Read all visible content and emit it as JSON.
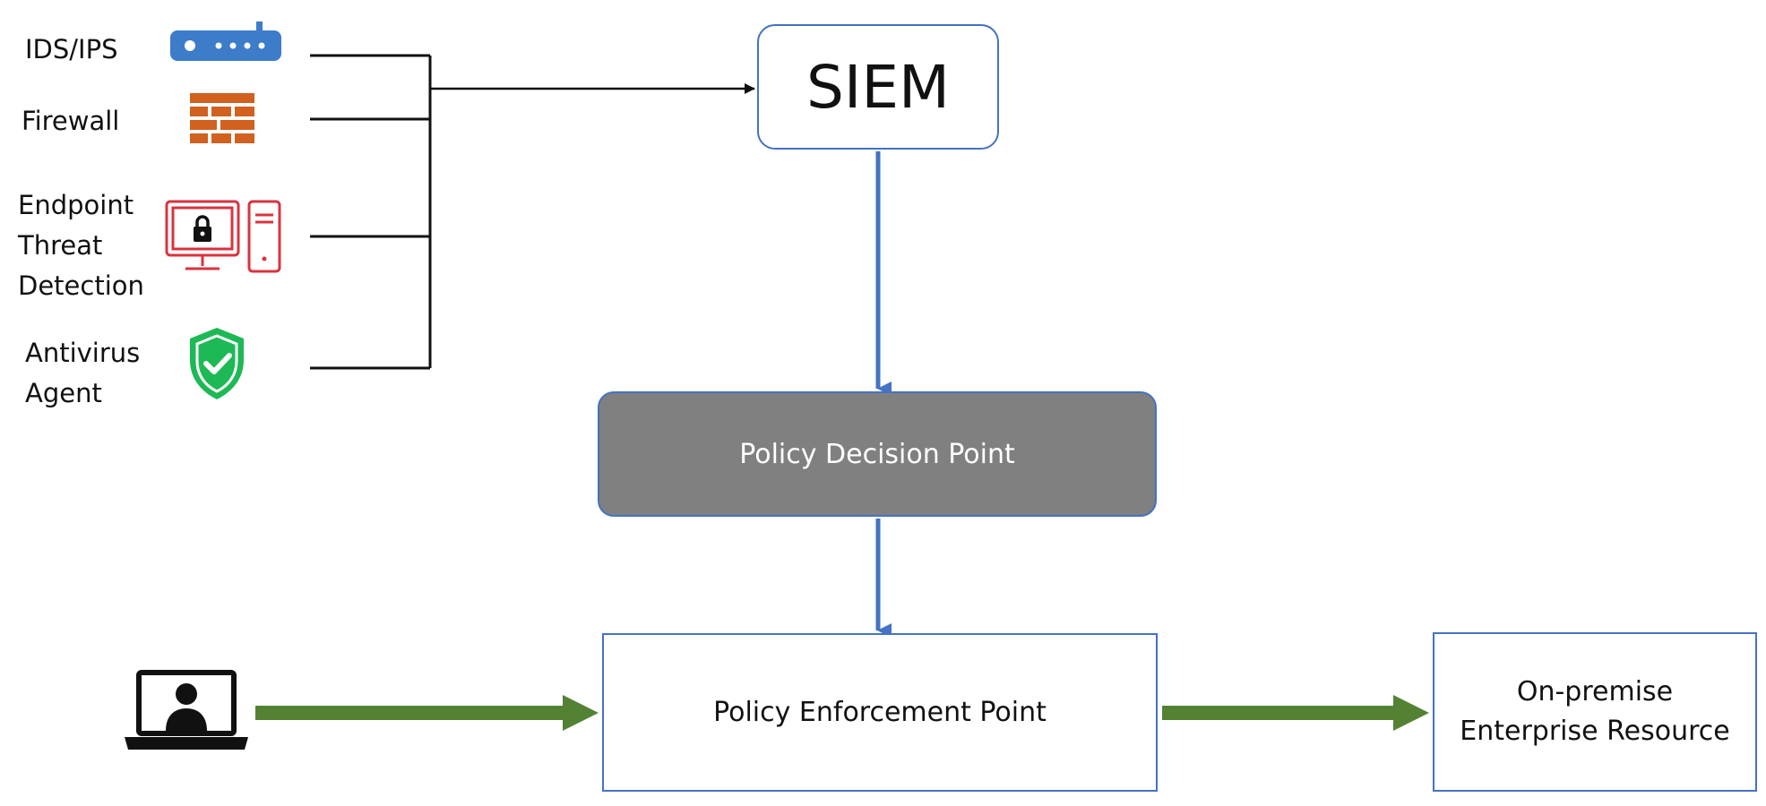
{
  "sources": {
    "ids_ips": "IDS/IPS",
    "firewall": "Firewall",
    "endpoint_lines": [
      "Endpoint",
      "Threat",
      "Detection"
    ],
    "antivirus_lines": [
      "Antivirus",
      "Agent"
    ]
  },
  "nodes": {
    "siem": "SIEM",
    "pdp": "Policy Decision Point",
    "pep": "Policy Enforcement Point",
    "resource_lines": [
      "On-premise",
      "Enterprise Resource"
    ]
  },
  "colors": {
    "blue_arrow": "#4472c4",
    "green_arrow": "#548235",
    "box_border": "#4472c4",
    "pdp_fill": "#808080",
    "ids_icon": "#3d7cc9",
    "firewall_icon": "#d0611f",
    "endpoint_icon": "#d9333f",
    "antivirus_icon": "#1db954"
  },
  "icons": [
    "router-icon",
    "firewall-icon",
    "locked-computer-icon",
    "shield-check-icon",
    "user-laptop-icon"
  ]
}
